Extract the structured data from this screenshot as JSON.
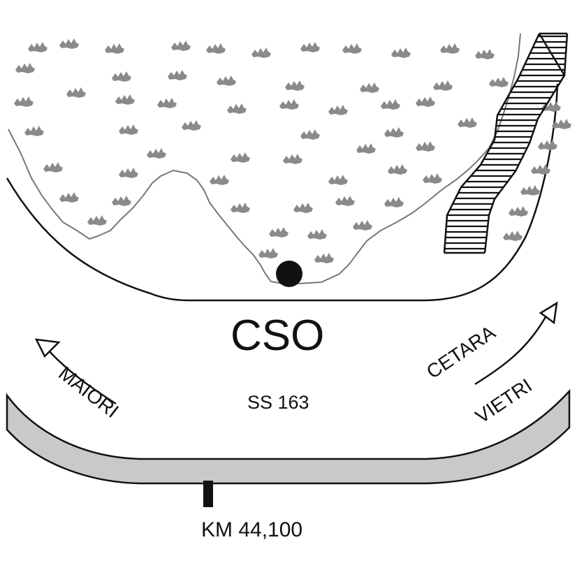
{
  "labels": {
    "site": "CSO",
    "road": "SS 163",
    "direction_left": "MAIORI",
    "direction_right_top": "CETARA",
    "direction_right_bottom": "VIETRI",
    "kilometer_marker": "KM 44,100"
  },
  "colors": {
    "ink": "#111111",
    "road_fill": "#c9c9c9",
    "vegetation": "#8a8a8a",
    "background": "#ffffff"
  },
  "icons": [
    "vegetation-symbol",
    "direction-arrow",
    "stairway",
    "outfall-point",
    "km-post"
  ]
}
